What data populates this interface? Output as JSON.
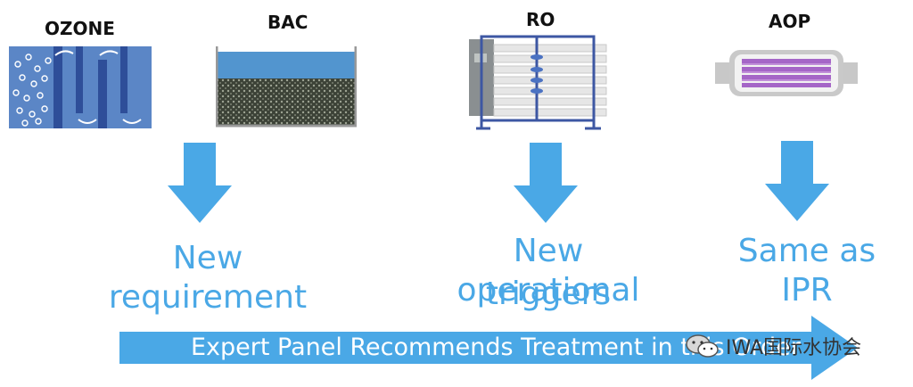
{
  "stages": [
    {
      "label": "OZONE",
      "icon": "ozone-contactor-icon"
    },
    {
      "label": "BAC",
      "icon": "bac-filter-icon"
    },
    {
      "label": "RO",
      "icon": "reverse-osmosis-icon"
    },
    {
      "label": "AOP",
      "icon": "uv-reactor-icon"
    }
  ],
  "outcomes": {
    "bac": "New requirement",
    "ro_line1": "New operational",
    "ro_line2": "triggers",
    "aop": "Same as IPR"
  },
  "banner": {
    "text": "Expert Panel Recommends Treatment in this Order"
  },
  "watermark": {
    "text": "IWA国际水协会",
    "icon": "wechat-icon"
  },
  "colors": {
    "arrow": "#4aa8e6",
    "text_blue": "#4aa8e6",
    "equipment_blue": "#3d57a3"
  }
}
